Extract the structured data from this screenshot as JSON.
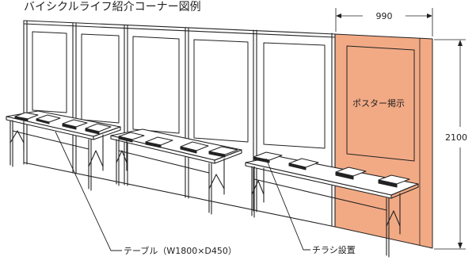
{
  "title": "バイシクルライフ紹介コーナー図例",
  "dimensions": {
    "width_label": "990",
    "height_label": "2100"
  },
  "labels": {
    "poster": "ポスター掲示",
    "table": "テーブル（W1800×D450）",
    "flyer": "チラシ設置"
  },
  "colors": {
    "highlight": "#f2aa85",
    "ink": "#222222"
  }
}
